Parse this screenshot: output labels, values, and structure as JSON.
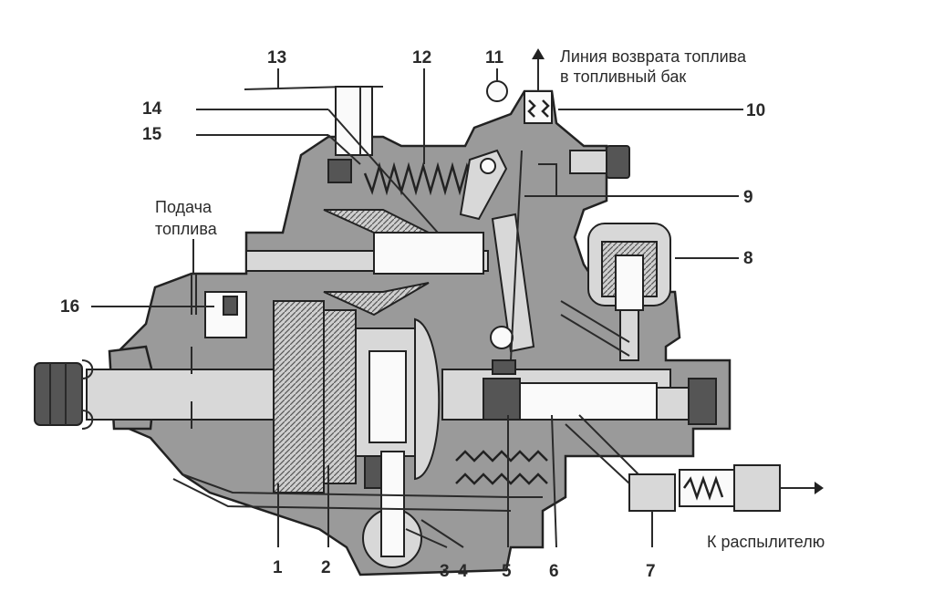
{
  "labels": {
    "n1": "1",
    "n2": "2",
    "n3": "3",
    "n4": "4",
    "n5": "5",
    "n6": "6",
    "n7": "7",
    "n8": "8",
    "n9": "9",
    "n10": "10",
    "n11": "11",
    "n12": "12",
    "n13": "13",
    "n14": "14",
    "n15": "15",
    "n16": "16"
  },
  "captions": {
    "return_line_1": "Линия возврата топлива",
    "return_line_2": "в топливный бак",
    "fuel_supply_1": "Подача",
    "fuel_supply_2": "топлива",
    "to_nozzle": "К распылителю"
  }
}
